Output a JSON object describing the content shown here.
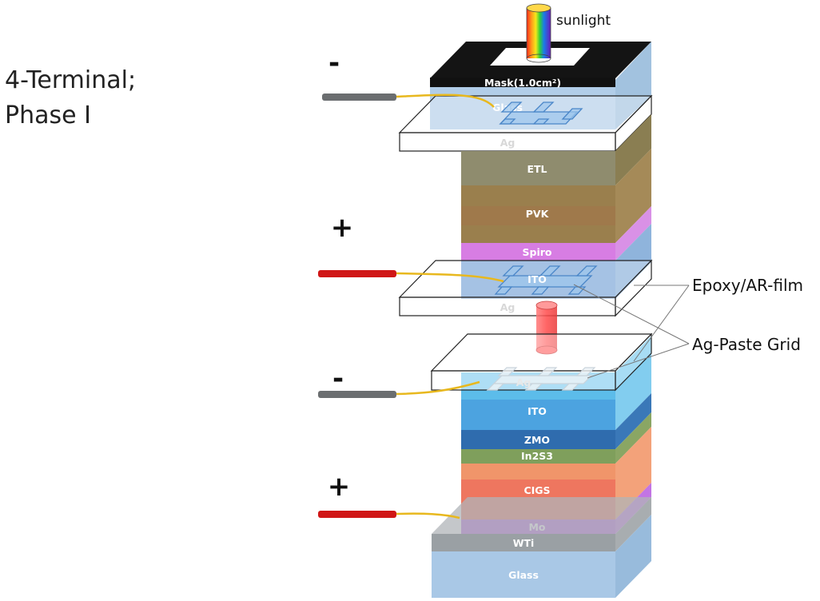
{
  "title": {
    "line1": "4-Terminal;",
    "line2": "Phase I"
  },
  "sunlight_label": "sunlight",
  "mask_label": "Mask(1.0cm²)",
  "top_cell": {
    "layers": [
      "Glass",
      "Ag",
      "ETL",
      "PVK",
      "Spiro",
      "ITO",
      "Ag"
    ]
  },
  "bottom_cell": {
    "layers": [
      "Ag",
      "ITO",
      "ZMO",
      "In2S3",
      "CIGS",
      "Mo",
      "WTi",
      "Glass"
    ]
  },
  "terminals": {
    "t1": "-",
    "t2": "+",
    "t3": "-",
    "t4": "+"
  },
  "callouts": {
    "epoxy": "Epoxy/AR-film",
    "grid": "Ag-Paste Grid"
  },
  "colors": {
    "glass": "#a9c8e6",
    "etl": "#8f8c6e",
    "pvk": "#9a7f4d",
    "spiro": "#d77de3",
    "ito_top": "#7fa8d8",
    "ito_bottom": "#3fb0e6",
    "zmo": "#2f6cae",
    "in2s3": "#7f9f5c",
    "cigs": "#f0956a",
    "mo": "#b760e0",
    "wti": "#9aa0a4",
    "negative_lead": "#6b6e70",
    "positive_lead": "#d01616",
    "wire": "#e8b81e"
  },
  "icons": {
    "sun_beam": "rainbow-light-cylinder-icon",
    "red_beam": "red-light-cylinder-icon"
  }
}
